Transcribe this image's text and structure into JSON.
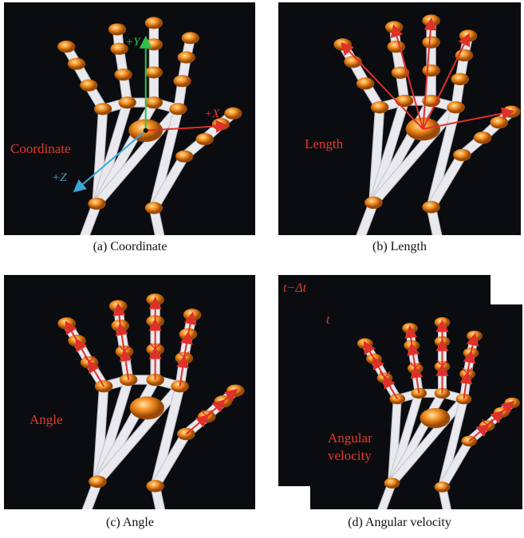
{
  "panels": {
    "a": {
      "caption": "(a) Coordinate",
      "label": "Coordinate",
      "axes": {
        "y": "+Y",
        "x": "+X",
        "z": "+Z"
      }
    },
    "b": {
      "caption": "(b) Length",
      "label": "Length"
    },
    "c": {
      "caption": "(c) Angle",
      "label": "Angle"
    },
    "d": {
      "caption": "(d) Angular velocity",
      "label_line1": "Angular",
      "label_line2": "velocity",
      "t_prev": "t−Δt",
      "t_now": "t"
    }
  },
  "colors": {
    "annotation": "#e23a2e",
    "y_axis": "#2fbf4a",
    "z_axis": "#3aa9d8",
    "joint": "#f08a1e",
    "bone": "#e9e9ee"
  }
}
